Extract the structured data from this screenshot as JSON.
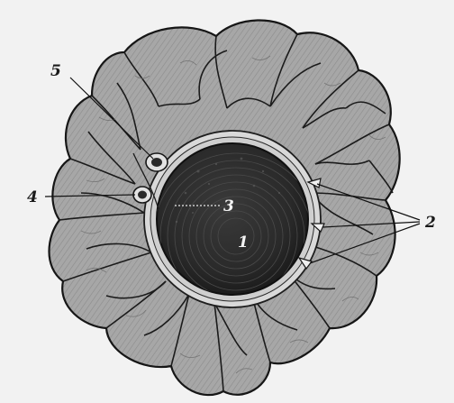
{
  "figure": {
    "labels": {
      "one": "1",
      "two": "2",
      "three": "3",
      "four": "4",
      "five": "5"
    }
  },
  "colors": {
    "background": "#f2f2f2",
    "lobule_fill": "#a5a5a5",
    "lobule_outline": "#161616",
    "core_dark": "#2c2c2c",
    "sheath_ring": "#d6d6d6"
  }
}
